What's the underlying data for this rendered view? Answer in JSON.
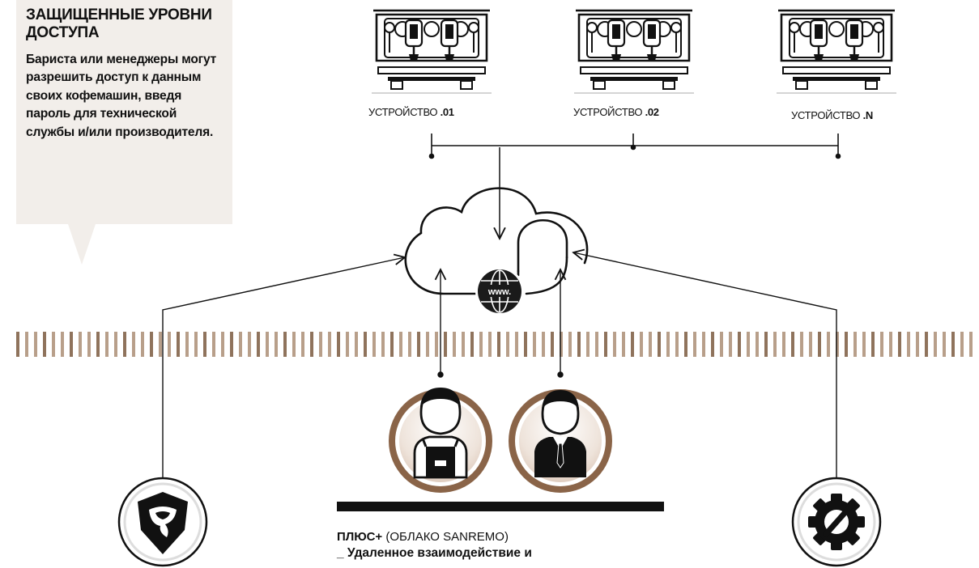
{
  "info": {
    "title": "ЗАЩИЩЕННЫЕ УРОВНИ ДОСТУПА",
    "body": "Бариста или менеджеры могут разрешить доступ к данным своих кофемашин, введя пароль для технической службы и/или производителя."
  },
  "devices": [
    {
      "prefix": "УСТРОЙСТВО",
      "suffix": ".01"
    },
    {
      "prefix": "УСТРОЙСТВО",
      "suffix": ".02"
    },
    {
      "prefix": "УСТРОЙСТВО",
      "suffix": ".N"
    }
  ],
  "cloud": {
    "www_label": "www."
  },
  "plus": {
    "title_bold": "ПЛЮС+",
    "title_rest": " (ОБЛАКО SANREMO)",
    "line1": "_ Удаленное взаимодействие и"
  },
  "icons": {
    "left": "brand-logo-icon",
    "barista": "barista-icon",
    "manager": "manager-icon",
    "right": "gear-wrench-icon",
    "machine": "espresso-machine-icon",
    "globe": "globe-icon"
  },
  "colors": {
    "accent_brown": "#8a6448",
    "stripe_brown": "#b89f8a",
    "info_bg": "#f2eeea",
    "dark": "#111111"
  }
}
